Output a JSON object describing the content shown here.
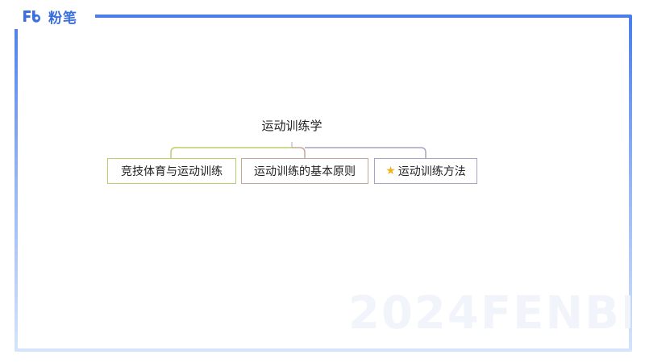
{
  "brand": {
    "name": "粉笔"
  },
  "watermark": "2024FENBI",
  "mindmap": {
    "root": "运动训练学",
    "children": [
      {
        "label": "竞技体育与运动训练",
        "color": "#b8cf6b",
        "starred": false
      },
      {
        "label": "运动训练的基本原则",
        "color": "#c4a59b",
        "starred": false
      },
      {
        "label": "运动训练方法",
        "color": "#a9a2c2",
        "starred": true
      }
    ]
  },
  "colors": {
    "frame": "#4a7dea",
    "brand": "#3a6fe0",
    "star": "#f3b21c"
  }
}
